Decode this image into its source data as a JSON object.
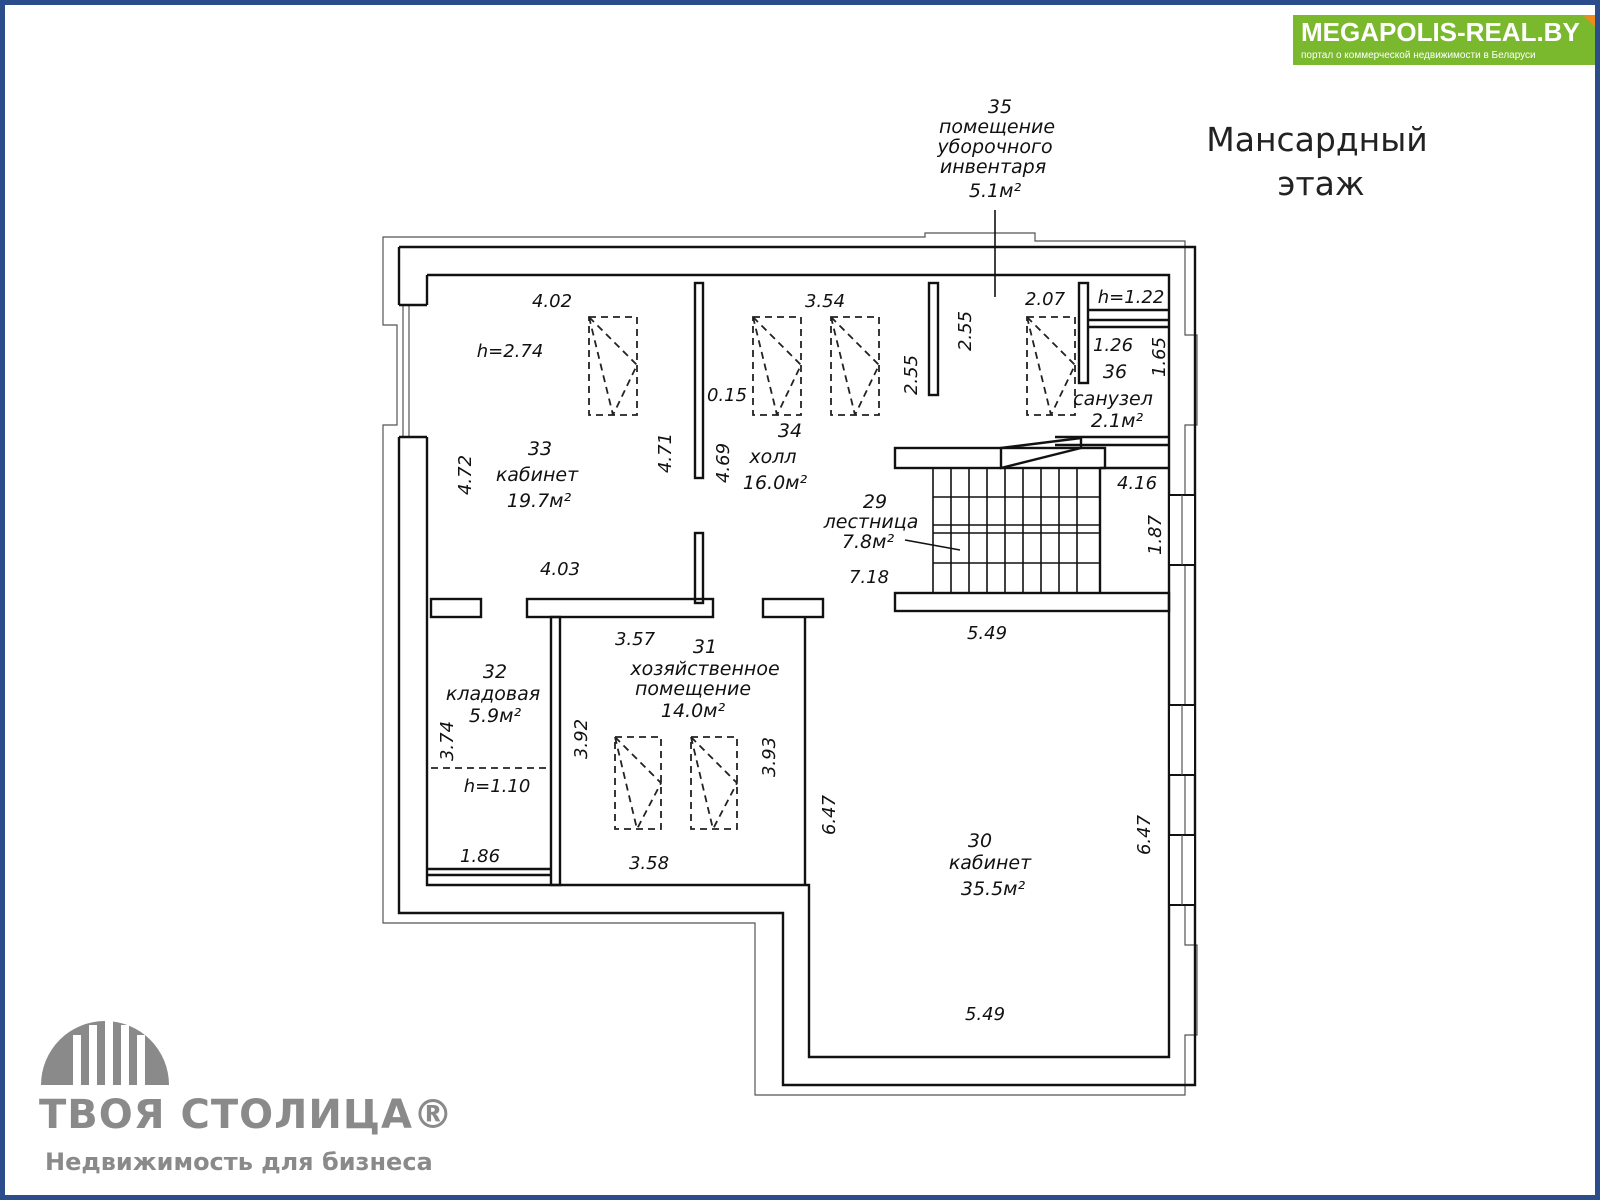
{
  "brand": {
    "name": "MEGAPOLIS-REAL.BY",
    "tagline": "портал о коммерческой недвижимости в Беларуси",
    "accent": "#7ab82e"
  },
  "title": {
    "line1": "Мансардный",
    "line2": "этаж"
  },
  "logo": {
    "name": "ТВОЯ СТОЛИЦА®",
    "subtitle": "Недвижимость для бизнеса"
  },
  "rooms": [
    {
      "num": "35",
      "name1": "помещение",
      "name2": "уборочного",
      "name3": "инвентаря",
      "area": "5.1м²"
    },
    {
      "num": "33",
      "name": "кабинет",
      "area": "19.7м²"
    },
    {
      "num": "34",
      "name": "холл",
      "area": "16.0м²"
    },
    {
      "num": "36",
      "name": "санузел",
      "area": "2.1м²"
    },
    {
      "num": "29",
      "name": "лестница",
      "area": "7.8м²"
    },
    {
      "num": "32",
      "name": "кладовая",
      "area": "5.9м²"
    },
    {
      "num": "31",
      "name1": "хозяйственное",
      "name2": "помещение",
      "area": "14.0м²"
    },
    {
      "num": "30",
      "name": "кабинет",
      "area": "35.5м²"
    }
  ],
  "dims": {
    "d402": "4.02",
    "h274": "h=2.74",
    "d354": "3.54",
    "d207": "2.07",
    "h122": "h=1.22",
    "d126": "1.26",
    "d165": "1.65",
    "d255a": "2.55",
    "d255b": "2.55",
    "d015": "0.15",
    "d472": "4.72",
    "d471": "4.71",
    "d469": "4.69",
    "d403": "4.03",
    "d416": "4.16",
    "d187": "1.87",
    "d718": "7.18",
    "d549a": "5.49",
    "d357": "3.57",
    "d392": "3.92",
    "d393": "3.93",
    "d374": "3.74",
    "h110": "h=1.10",
    "d186": "1.86",
    "d358": "3.58",
    "d647a": "6.47",
    "d647b": "6.47",
    "d549b": "5.49"
  }
}
